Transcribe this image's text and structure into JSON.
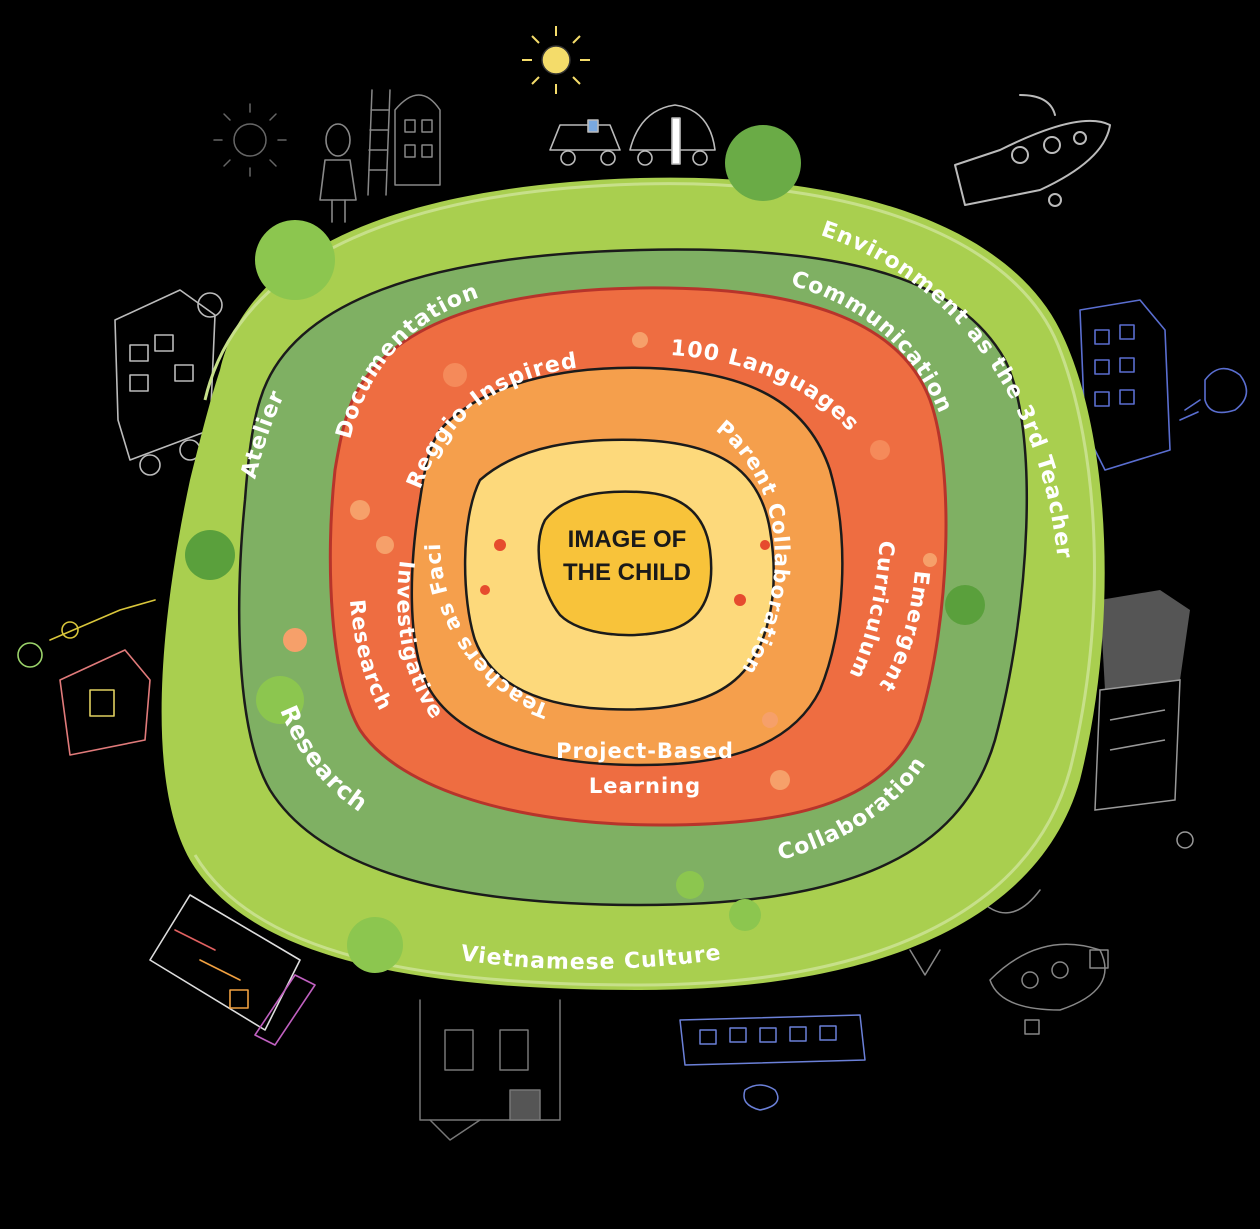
{
  "diagram": {
    "core": {
      "line1": "IMAGE OF",
      "line2": "THE CHILD"
    },
    "outer_ring": {
      "color": "#a9cf4f",
      "labels": {
        "environment": "Environment as the 3rd Teacher",
        "atelier": "Atelier",
        "vietnamese_culture": "Vietnamese Culture"
      }
    },
    "green_ring": {
      "color": "#7fb063",
      "labels": {
        "documentation": "Documentation",
        "communication": "Communication",
        "research": "Research",
        "collaboration": "Collaboration"
      }
    },
    "red_ring": {
      "color": "#ee6d41",
      "labels": {
        "reggio": "Reggio-Inspired",
        "languages": "100 Languages",
        "emergent": "Emergent",
        "curriculum": "Curriculum",
        "project_based": "Project-Based",
        "learning": "Learning",
        "investigative": "Investigative",
        "research": "Research"
      }
    },
    "orange_ring": {
      "color": "#f59f4c",
      "labels": {
        "teachers": "Teachers as Facilitators",
        "parent": "Parent Collaboration"
      }
    },
    "yellow_ring": {
      "color": "#fdd97b"
    },
    "core_color": "#f8c33a",
    "background": "#000000"
  }
}
